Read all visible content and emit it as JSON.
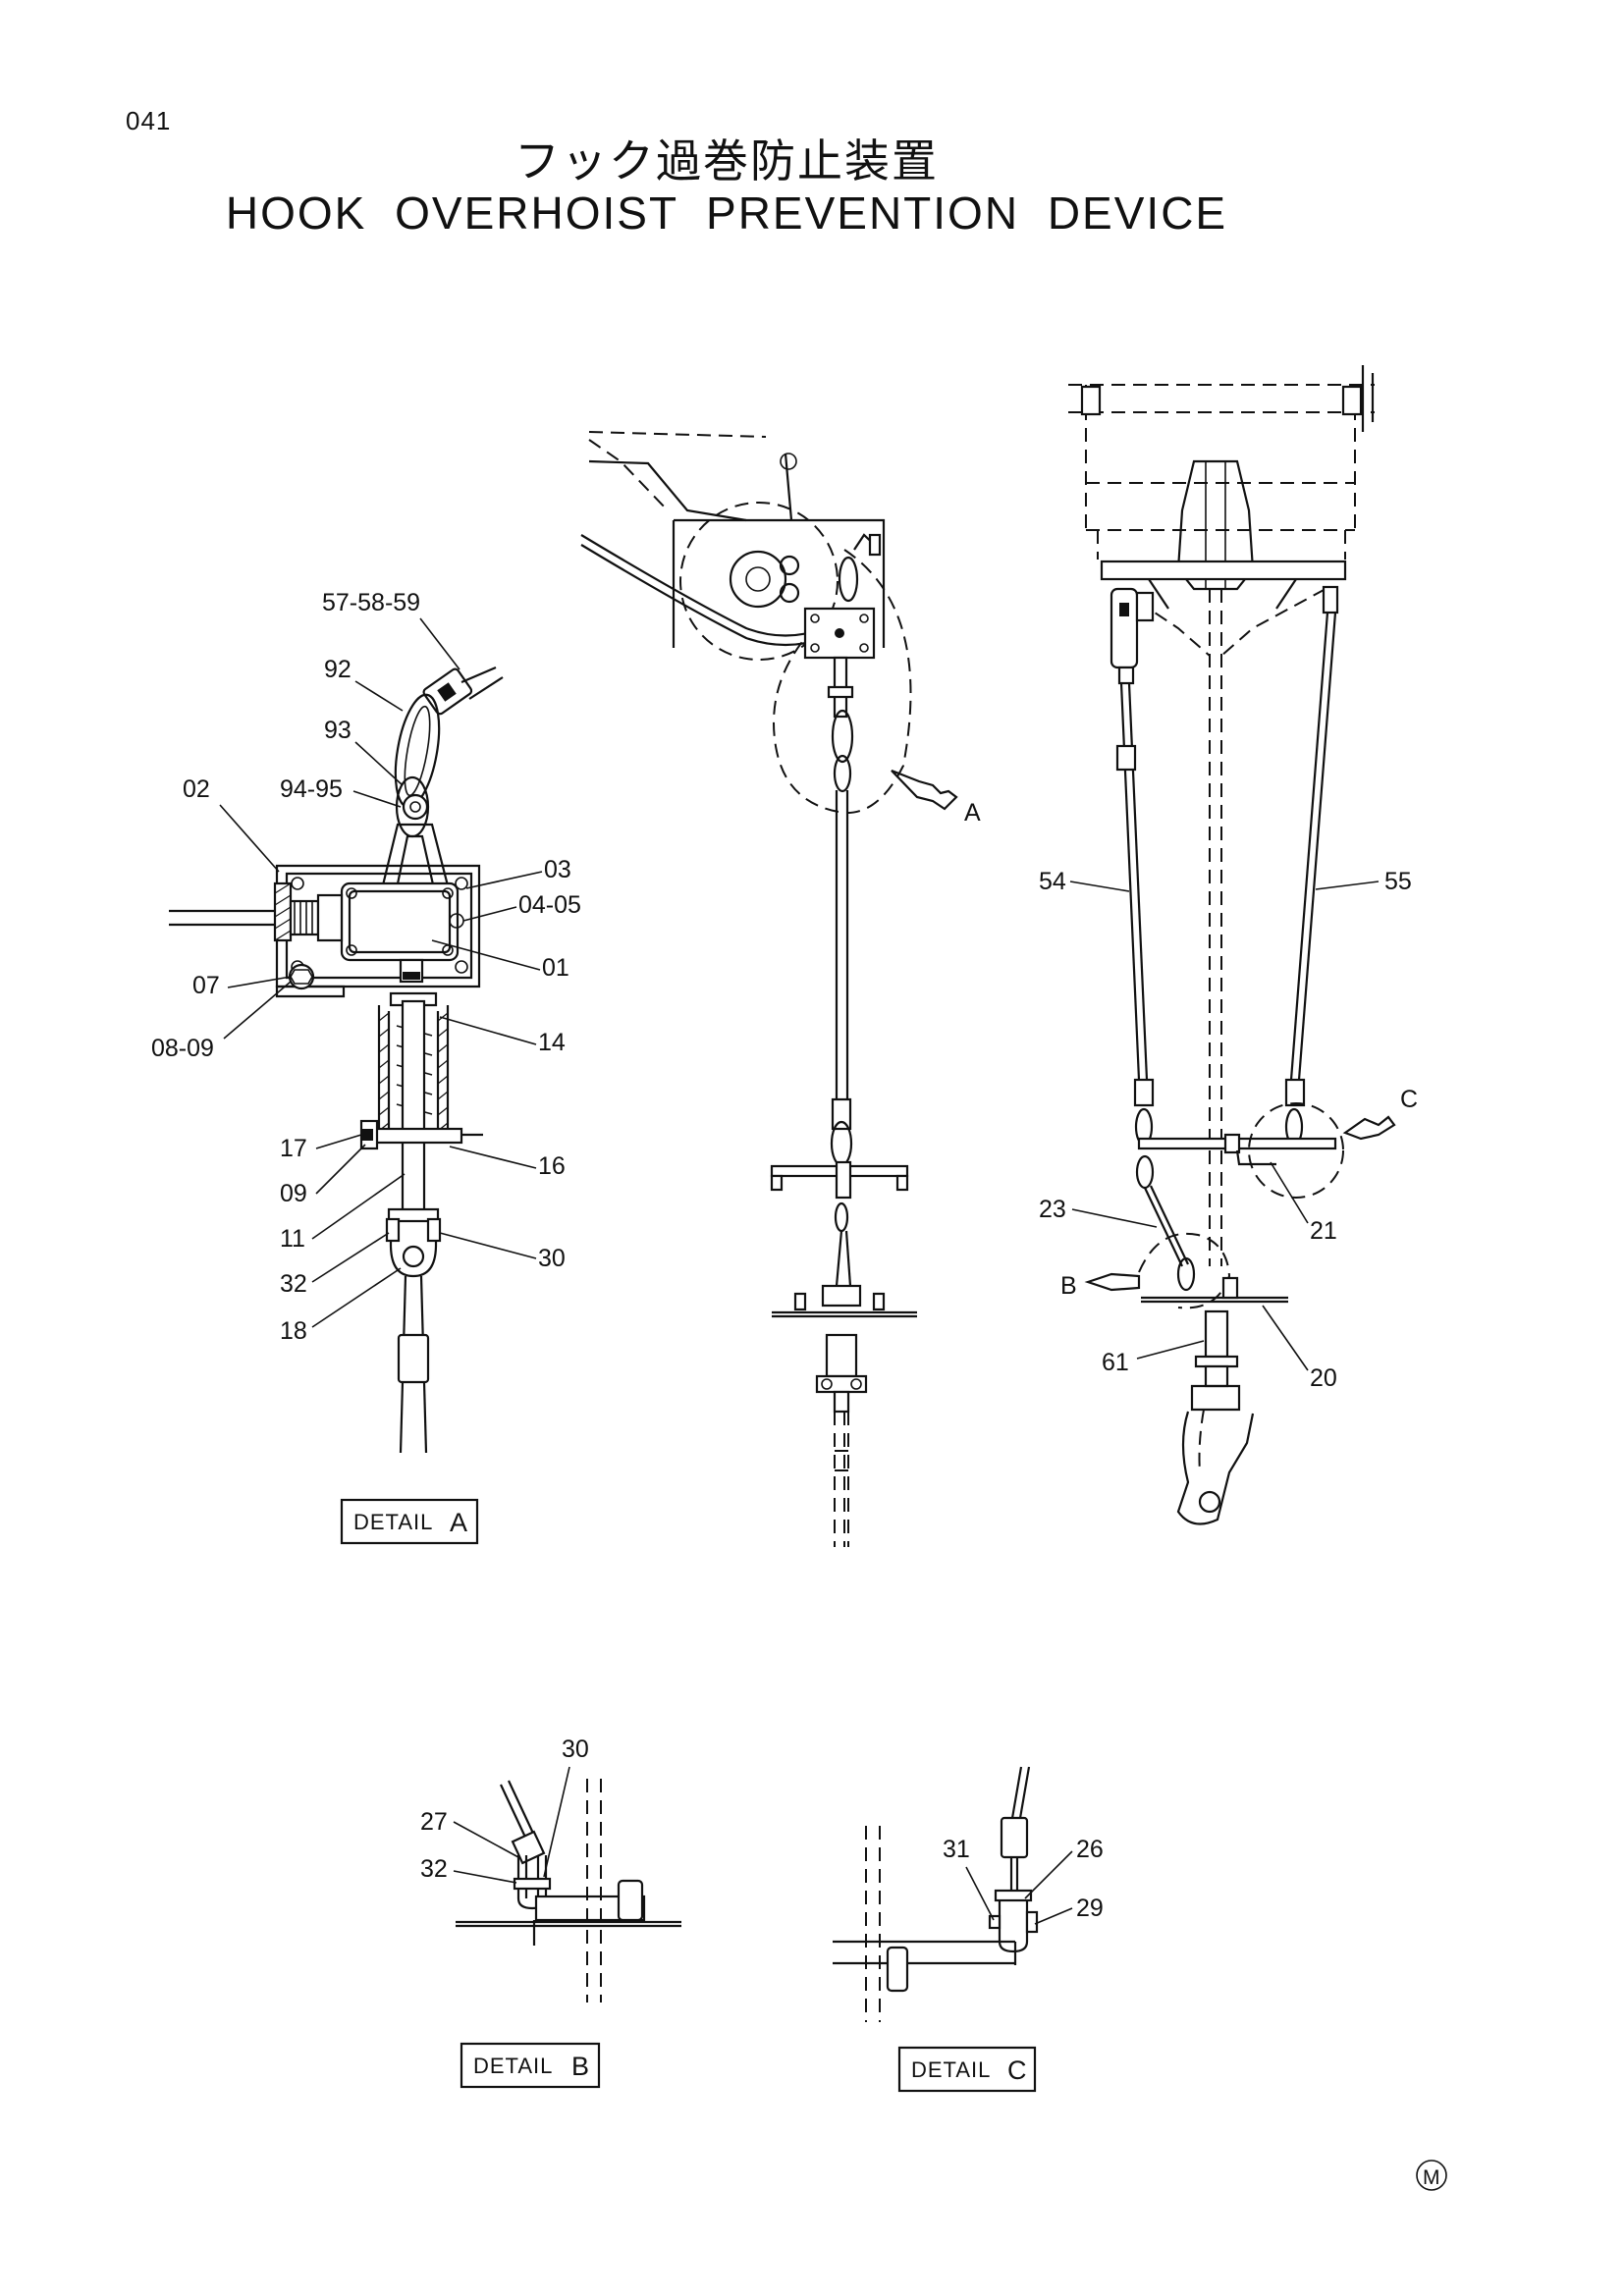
{
  "page_number": "041",
  "title_jp": "フック過巻防止装置",
  "title_en": "HOOK OVERHOIST PREVENTION DEVICE",
  "detail_a": {
    "box_word": "DETAIL",
    "box_letter": "A",
    "parts": [
      "57-58-59",
      "92",
      "93",
      "02",
      "94-95",
      "03",
      "04-05",
      "01",
      "07",
      "08-09",
      "14",
      "17",
      "09",
      "16",
      "11",
      "32",
      "30",
      "18"
    ]
  },
  "main_view": {
    "arrow_letter": "A"
  },
  "side_view": {
    "parts": [
      "54",
      "55",
      "23",
      "21",
      "61",
      "20"
    ],
    "arrow_b": "B",
    "arrow_c": "C"
  },
  "detail_b": {
    "box_word": "DETAIL",
    "box_letter": "B",
    "parts": [
      "30",
      "27",
      "32"
    ]
  },
  "detail_c": {
    "box_word": "DETAIL",
    "box_letter": "C",
    "parts": [
      "31",
      "26",
      "29"
    ]
  },
  "footer_mark": "M"
}
